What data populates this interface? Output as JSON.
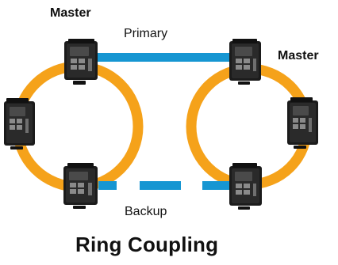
{
  "diagram": {
    "title": "Ring Coupling",
    "labels": {
      "master_left": "Master",
      "master_right": "Master",
      "primary": "Primary",
      "backup": "Backup"
    },
    "colors": {
      "ring": "#f5a21a",
      "primary_link": "#1696d2",
      "backup_link": "#1696d2",
      "device_body": "#1b1b1b",
      "device_highlight": "#4a4a4a",
      "device_ports": "#8a8a8a",
      "device_accent": "#6f6f6f"
    },
    "rings": [
      {
        "name": "left-ring"
      },
      {
        "name": "right-ring"
      }
    ],
    "links": [
      {
        "name": "primary-link",
        "type": "solid",
        "label": "Primary"
      },
      {
        "name": "backup-link",
        "type": "dashed",
        "label": "Backup"
      }
    ]
  }
}
